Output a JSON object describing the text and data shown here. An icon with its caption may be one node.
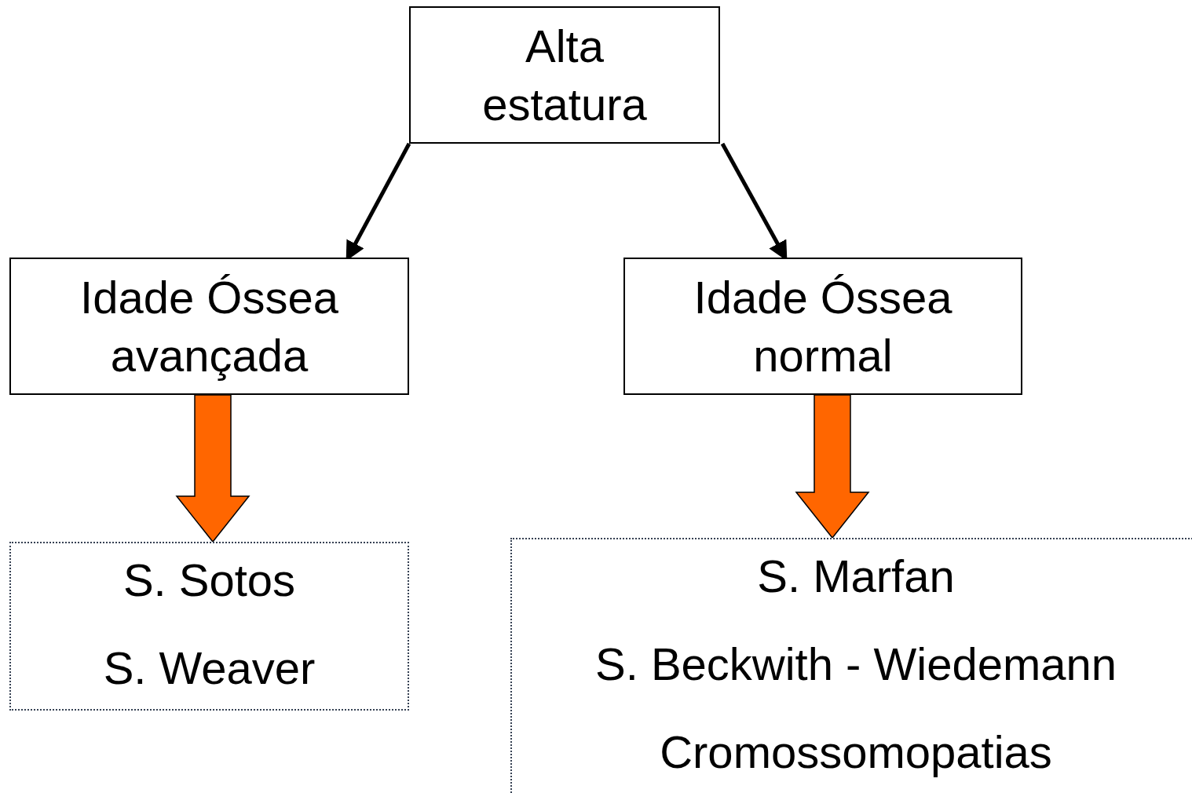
{
  "diagram": {
    "nodes": [
      {
        "text": [
          "Alta estatura"
        ]
      },
      {
        "text": [
          "Idade Óssea avançada"
        ]
      },
      {
        "text": [
          "Idade Óssea normal"
        ]
      },
      {
        "text": [
          "S. Sotos",
          "S. Weaver"
        ]
      },
      {
        "text": [
          "S. Marfan",
          "S. Beckwith - Wiedemann",
          "Cromossomopatias"
        ]
      }
    ],
    "edges": [
      {
        "from": 0,
        "to": 1,
        "arrow": "to"
      },
      {
        "from": 0,
        "to": 2,
        "arrow": "to"
      },
      {
        "from": 1,
        "to": 3,
        "arrow": "to",
        "style": "thick",
        "color": "#ff6600"
      },
      {
        "from": 2,
        "to": 4,
        "arrow": "to",
        "style": "thick",
        "color": "#ff6600"
      }
    ]
  }
}
